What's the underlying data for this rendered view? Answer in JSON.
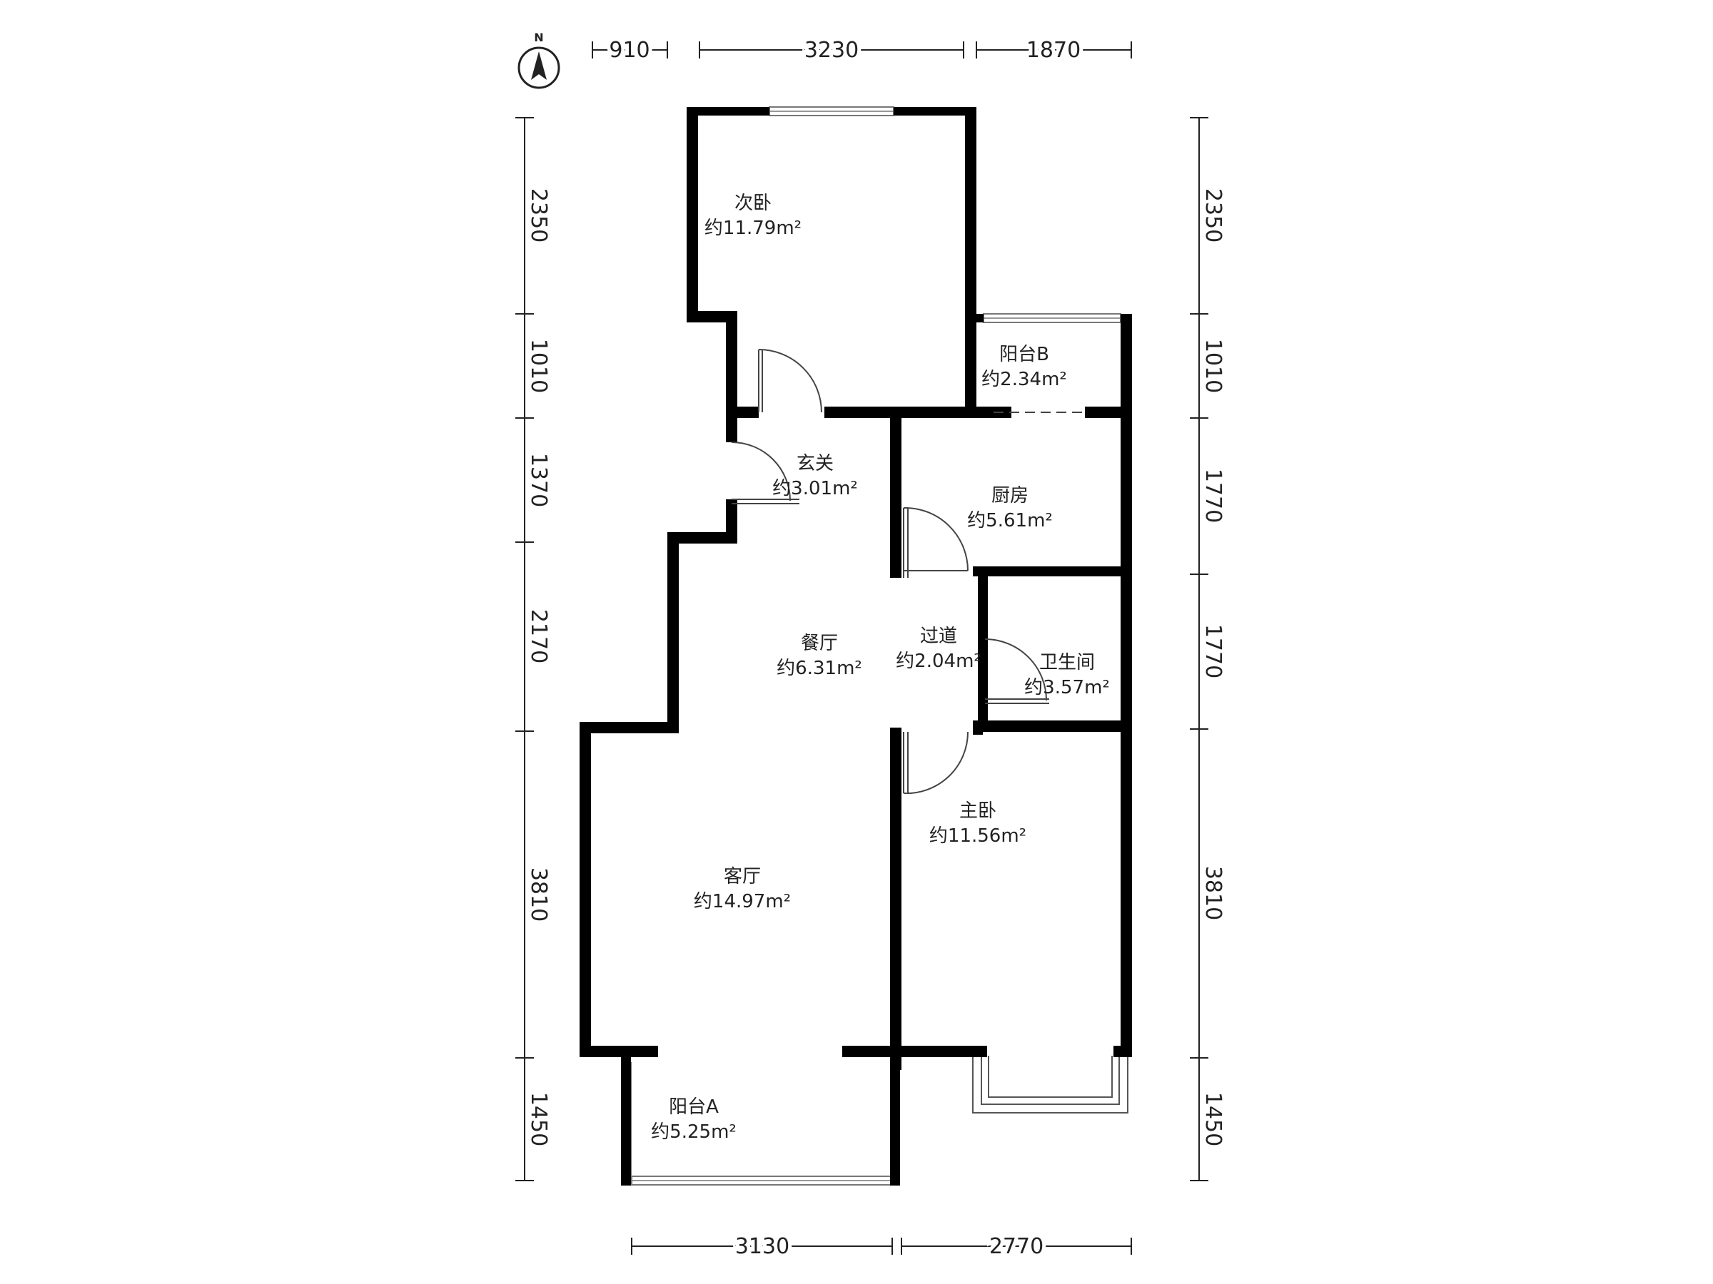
{
  "compass": {
    "label": "N"
  },
  "rooms": [
    {
      "id": "second-bedroom",
      "name": "次卧",
      "area": "约11.79m²"
    },
    {
      "id": "balcony-b",
      "name": "阳台B",
      "area": "约2.34m²"
    },
    {
      "id": "entrance",
      "name": "玄关",
      "area": "约3.01m²"
    },
    {
      "id": "kitchen",
      "name": "厨房",
      "area": "约5.61m²"
    },
    {
      "id": "dining",
      "name": "餐厅",
      "area": "约6.31m²"
    },
    {
      "id": "corridor",
      "name": "过道",
      "area": "约2.04m²"
    },
    {
      "id": "bathroom",
      "name": "卫生间",
      "area": "约3.57m²"
    },
    {
      "id": "master-bedroom",
      "name": "主卧",
      "area": "约11.56m²"
    },
    {
      "id": "living-room",
      "name": "客厅",
      "area": "约14.97m²"
    },
    {
      "id": "balcony-a",
      "name": "阳台A",
      "area": "约5.25m²"
    }
  ],
  "dimensions": {
    "top": [
      "910",
      "3230",
      "1870"
    ],
    "left": [
      "2350",
      "1010",
      "1370",
      "2170",
      "3810",
      "1450"
    ],
    "right": [
      "2350",
      "1010",
      "1770",
      "1770",
      "3810",
      "1450"
    ],
    "bottom": [
      "3130",
      "2770"
    ]
  }
}
